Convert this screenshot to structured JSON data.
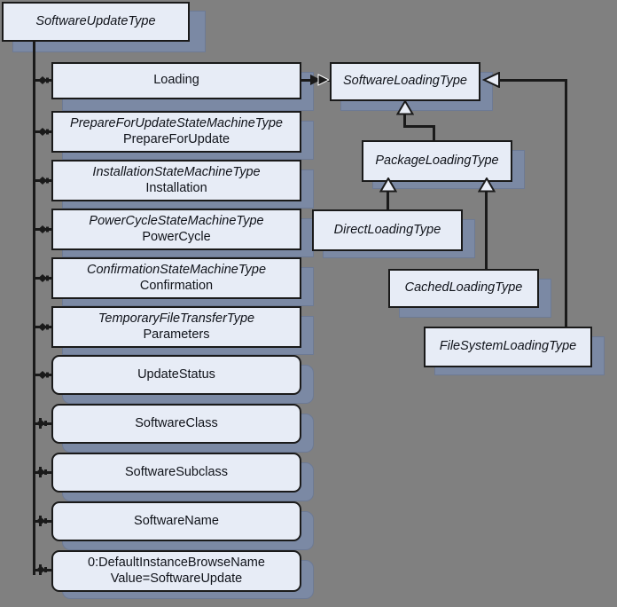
{
  "diagram": {
    "title": "SoftwareUpdateType",
    "background_color": "#808080",
    "node_fill_color": "#e7ecf6",
    "node_border_color": "#1a1a1a",
    "shadow_color": "#7b89a4",
    "connector_color": "#1a1a1a"
  },
  "root": {
    "name": "SoftwareUpdateType",
    "style": "abstract-italic"
  },
  "components": [
    {
      "type_name": "",
      "name": "Loading",
      "shape": "rect",
      "style": "plain"
    },
    {
      "type_name": "PrepareForUpdateStateMachineType",
      "name": "PrepareForUpdate",
      "shape": "rect",
      "style": "typed"
    },
    {
      "type_name": "InstallationStateMachineType",
      "name": "Installation",
      "shape": "rect",
      "style": "typed"
    },
    {
      "type_name": "PowerCycleStateMachineType",
      "name": "PowerCycle",
      "shape": "rect",
      "style": "typed"
    },
    {
      "type_name": "ConfirmationStateMachineType",
      "name": "Confirmation",
      "shape": "rect",
      "style": "typed"
    },
    {
      "type_name": "TemporaryFileTransferType",
      "name": "Parameters",
      "shape": "rect",
      "style": "typed"
    },
    {
      "type_name": "",
      "name": "UpdateStatus",
      "shape": "rounded",
      "style": "plain"
    },
    {
      "type_name": "",
      "name": "SoftwareClass",
      "shape": "rounded",
      "style": "plain"
    },
    {
      "type_name": "",
      "name": "SoftwareSubclass",
      "shape": "rounded",
      "style": "plain"
    },
    {
      "type_name": "",
      "name": "SoftwareName",
      "shape": "rounded",
      "style": "plain"
    },
    {
      "type_name": "0:DefaultInstanceBrowseName",
      "name": "Value=SoftwareUpdate",
      "shape": "rounded",
      "style": "plain-two-line"
    }
  ],
  "loading_types": {
    "base": "SoftwareLoadingType",
    "package": "PackageLoadingType",
    "direct": "DirectLoadingType",
    "cached": "CachedLoadingType",
    "filesystem": "FileSystemLoadingType"
  },
  "relations": [
    {
      "from": "Loading",
      "to": "SoftwareLoadingType",
      "kind": "reference-arrow"
    },
    {
      "from": "PackageLoadingType",
      "to": "SoftwareLoadingType",
      "kind": "generalization"
    },
    {
      "from": "DirectLoadingType",
      "to": "PackageLoadingType",
      "kind": "generalization"
    },
    {
      "from": "CachedLoadingType",
      "to": "PackageLoadingType",
      "kind": "generalization"
    },
    {
      "from": "FileSystemLoadingType",
      "to": "SoftwareLoadingType",
      "kind": "generalization"
    }
  ]
}
